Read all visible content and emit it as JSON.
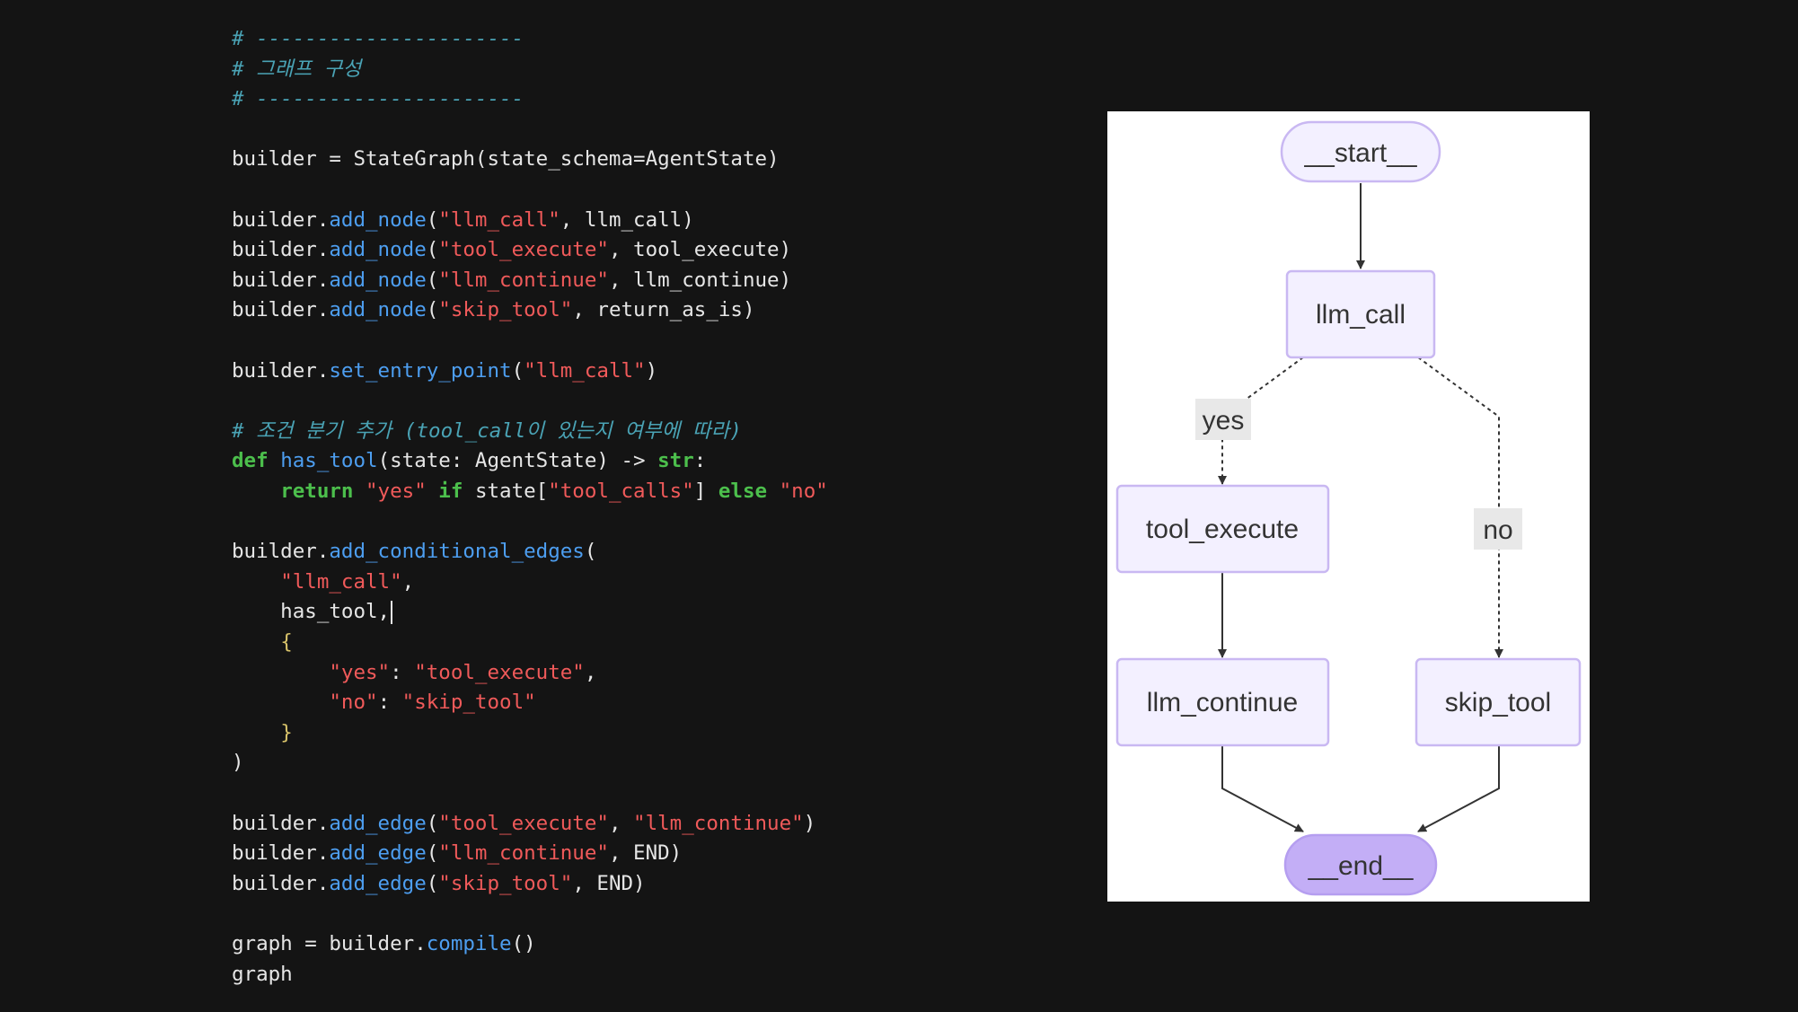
{
  "colors": {
    "background": "#141414",
    "code_default": "#e6e6e6",
    "code_comment": "#4aa3b5",
    "code_method": "#4d9ef0",
    "code_string": "#f05a5a",
    "code_keyword": "#4cbf4c",
    "code_brace": "#d8c36a",
    "node_fill": "#f3f0ff",
    "node_stroke": "#c9b8f2",
    "end_fill": "#c3aef6",
    "edge": "#333333",
    "edge_label_bg": "#e8e8e8"
  },
  "code": {
    "lines": [
      {
        "tokens": [
          {
            "t": "# ----------------------",
            "c": "comment"
          }
        ]
      },
      {
        "tokens": [
          {
            "t": "# 그래프 구성",
            "c": "comment"
          }
        ]
      },
      {
        "tokens": [
          {
            "t": "# ----------------------",
            "c": "comment"
          }
        ]
      },
      {
        "tokens": []
      },
      {
        "tokens": [
          {
            "t": "builder = StateGraph(state_schema=AgentState)",
            "c": "default"
          }
        ]
      },
      {
        "tokens": []
      },
      {
        "tokens": [
          {
            "t": "builder.",
            "c": "default"
          },
          {
            "t": "add_node",
            "c": "method"
          },
          {
            "t": "(",
            "c": "default"
          },
          {
            "t": "\"llm_call\"",
            "c": "string"
          },
          {
            "t": ", llm_call)",
            "c": "default"
          }
        ]
      },
      {
        "tokens": [
          {
            "t": "builder.",
            "c": "default"
          },
          {
            "t": "add_node",
            "c": "method"
          },
          {
            "t": "(",
            "c": "default"
          },
          {
            "t": "\"tool_execute\"",
            "c": "string"
          },
          {
            "t": ", tool_execute)",
            "c": "default"
          }
        ]
      },
      {
        "tokens": [
          {
            "t": "builder.",
            "c": "default"
          },
          {
            "t": "add_node",
            "c": "method"
          },
          {
            "t": "(",
            "c": "default"
          },
          {
            "t": "\"llm_continue\"",
            "c": "string"
          },
          {
            "t": ", llm_continue)",
            "c": "default"
          }
        ]
      },
      {
        "tokens": [
          {
            "t": "builder.",
            "c": "default"
          },
          {
            "t": "add_node",
            "c": "method"
          },
          {
            "t": "(",
            "c": "default"
          },
          {
            "t": "\"skip_tool\"",
            "c": "string"
          },
          {
            "t": ", return_as_is)",
            "c": "default"
          }
        ]
      },
      {
        "tokens": []
      },
      {
        "tokens": [
          {
            "t": "builder.",
            "c": "default"
          },
          {
            "t": "set_entry_point",
            "c": "method"
          },
          {
            "t": "(",
            "c": "default"
          },
          {
            "t": "\"llm_call\"",
            "c": "string"
          },
          {
            "t": ")",
            "c": "default"
          }
        ]
      },
      {
        "tokens": []
      },
      {
        "tokens": [
          {
            "t": "# 조건 분기 추가 (tool_call이 있는지 여부에 따라)",
            "c": "comment"
          }
        ]
      },
      {
        "tokens": [
          {
            "t": "def ",
            "c": "keyword"
          },
          {
            "t": "has_tool",
            "c": "method"
          },
          {
            "t": "(state: AgentState) -> ",
            "c": "default"
          },
          {
            "t": "str",
            "c": "keyword"
          },
          {
            "t": ":",
            "c": "default"
          }
        ]
      },
      {
        "tokens": [
          {
            "t": "    ",
            "c": "default"
          },
          {
            "t": "return ",
            "c": "keyword"
          },
          {
            "t": "\"yes\"",
            "c": "string"
          },
          {
            "t": " ",
            "c": "default"
          },
          {
            "t": "if ",
            "c": "keyword"
          },
          {
            "t": "state[",
            "c": "default"
          },
          {
            "t": "\"tool_calls\"",
            "c": "string"
          },
          {
            "t": "] ",
            "c": "default"
          },
          {
            "t": "else ",
            "c": "keyword"
          },
          {
            "t": "\"no\"",
            "c": "string"
          }
        ]
      },
      {
        "tokens": []
      },
      {
        "tokens": [
          {
            "t": "builder.",
            "c": "default"
          },
          {
            "t": "add_conditional_edges",
            "c": "method"
          },
          {
            "t": "(",
            "c": "default"
          }
        ]
      },
      {
        "tokens": [
          {
            "t": "    ",
            "c": "default"
          },
          {
            "t": "\"llm_call\"",
            "c": "string"
          },
          {
            "t": ",",
            "c": "default"
          }
        ]
      },
      {
        "tokens": [
          {
            "t": "    has_tool,",
            "c": "default"
          }
        ],
        "cursor": true
      },
      {
        "tokens": [
          {
            "t": "    ",
            "c": "default"
          },
          {
            "t": "{",
            "c": "brace"
          }
        ]
      },
      {
        "tokens": [
          {
            "t": "        ",
            "c": "default"
          },
          {
            "t": "\"yes\"",
            "c": "string"
          },
          {
            "t": ": ",
            "c": "default"
          },
          {
            "t": "\"tool_execute\"",
            "c": "string"
          },
          {
            "t": ",",
            "c": "default"
          }
        ]
      },
      {
        "tokens": [
          {
            "t": "        ",
            "c": "default"
          },
          {
            "t": "\"no\"",
            "c": "string"
          },
          {
            "t": ": ",
            "c": "default"
          },
          {
            "t": "\"skip_tool\"",
            "c": "string"
          }
        ]
      },
      {
        "tokens": [
          {
            "t": "    ",
            "c": "default"
          },
          {
            "t": "}",
            "c": "brace"
          }
        ]
      },
      {
        "tokens": [
          {
            "t": ")",
            "c": "default"
          }
        ]
      },
      {
        "tokens": []
      },
      {
        "tokens": [
          {
            "t": "builder.",
            "c": "default"
          },
          {
            "t": "add_edge",
            "c": "method"
          },
          {
            "t": "(",
            "c": "default"
          },
          {
            "t": "\"tool_execute\"",
            "c": "string"
          },
          {
            "t": ", ",
            "c": "default"
          },
          {
            "t": "\"llm_continue\"",
            "c": "string"
          },
          {
            "t": ")",
            "c": "default"
          }
        ]
      },
      {
        "tokens": [
          {
            "t": "builder.",
            "c": "default"
          },
          {
            "t": "add_edge",
            "c": "method"
          },
          {
            "t": "(",
            "c": "default"
          },
          {
            "t": "\"llm_continue\"",
            "c": "string"
          },
          {
            "t": ", END)",
            "c": "default"
          }
        ]
      },
      {
        "tokens": [
          {
            "t": "builder.",
            "c": "default"
          },
          {
            "t": "add_edge",
            "c": "method"
          },
          {
            "t": "(",
            "c": "default"
          },
          {
            "t": "\"skip_tool\"",
            "c": "string"
          },
          {
            "t": ", END)",
            "c": "default"
          }
        ]
      },
      {
        "tokens": []
      },
      {
        "tokens": [
          {
            "t": "graph = builder.",
            "c": "default"
          },
          {
            "t": "compile",
            "c": "method"
          },
          {
            "t": "()",
            "c": "default"
          }
        ]
      },
      {
        "tokens": [
          {
            "t": "graph",
            "c": "default"
          }
        ]
      }
    ]
  },
  "diagram": {
    "nodes": {
      "start": "__start__",
      "llm_call": "llm_call",
      "tool_execute": "tool_execute",
      "llm_continue": "llm_continue",
      "skip_tool": "skip_tool",
      "end": "__end__"
    },
    "edge_labels": {
      "yes": "yes",
      "no": "no"
    }
  }
}
